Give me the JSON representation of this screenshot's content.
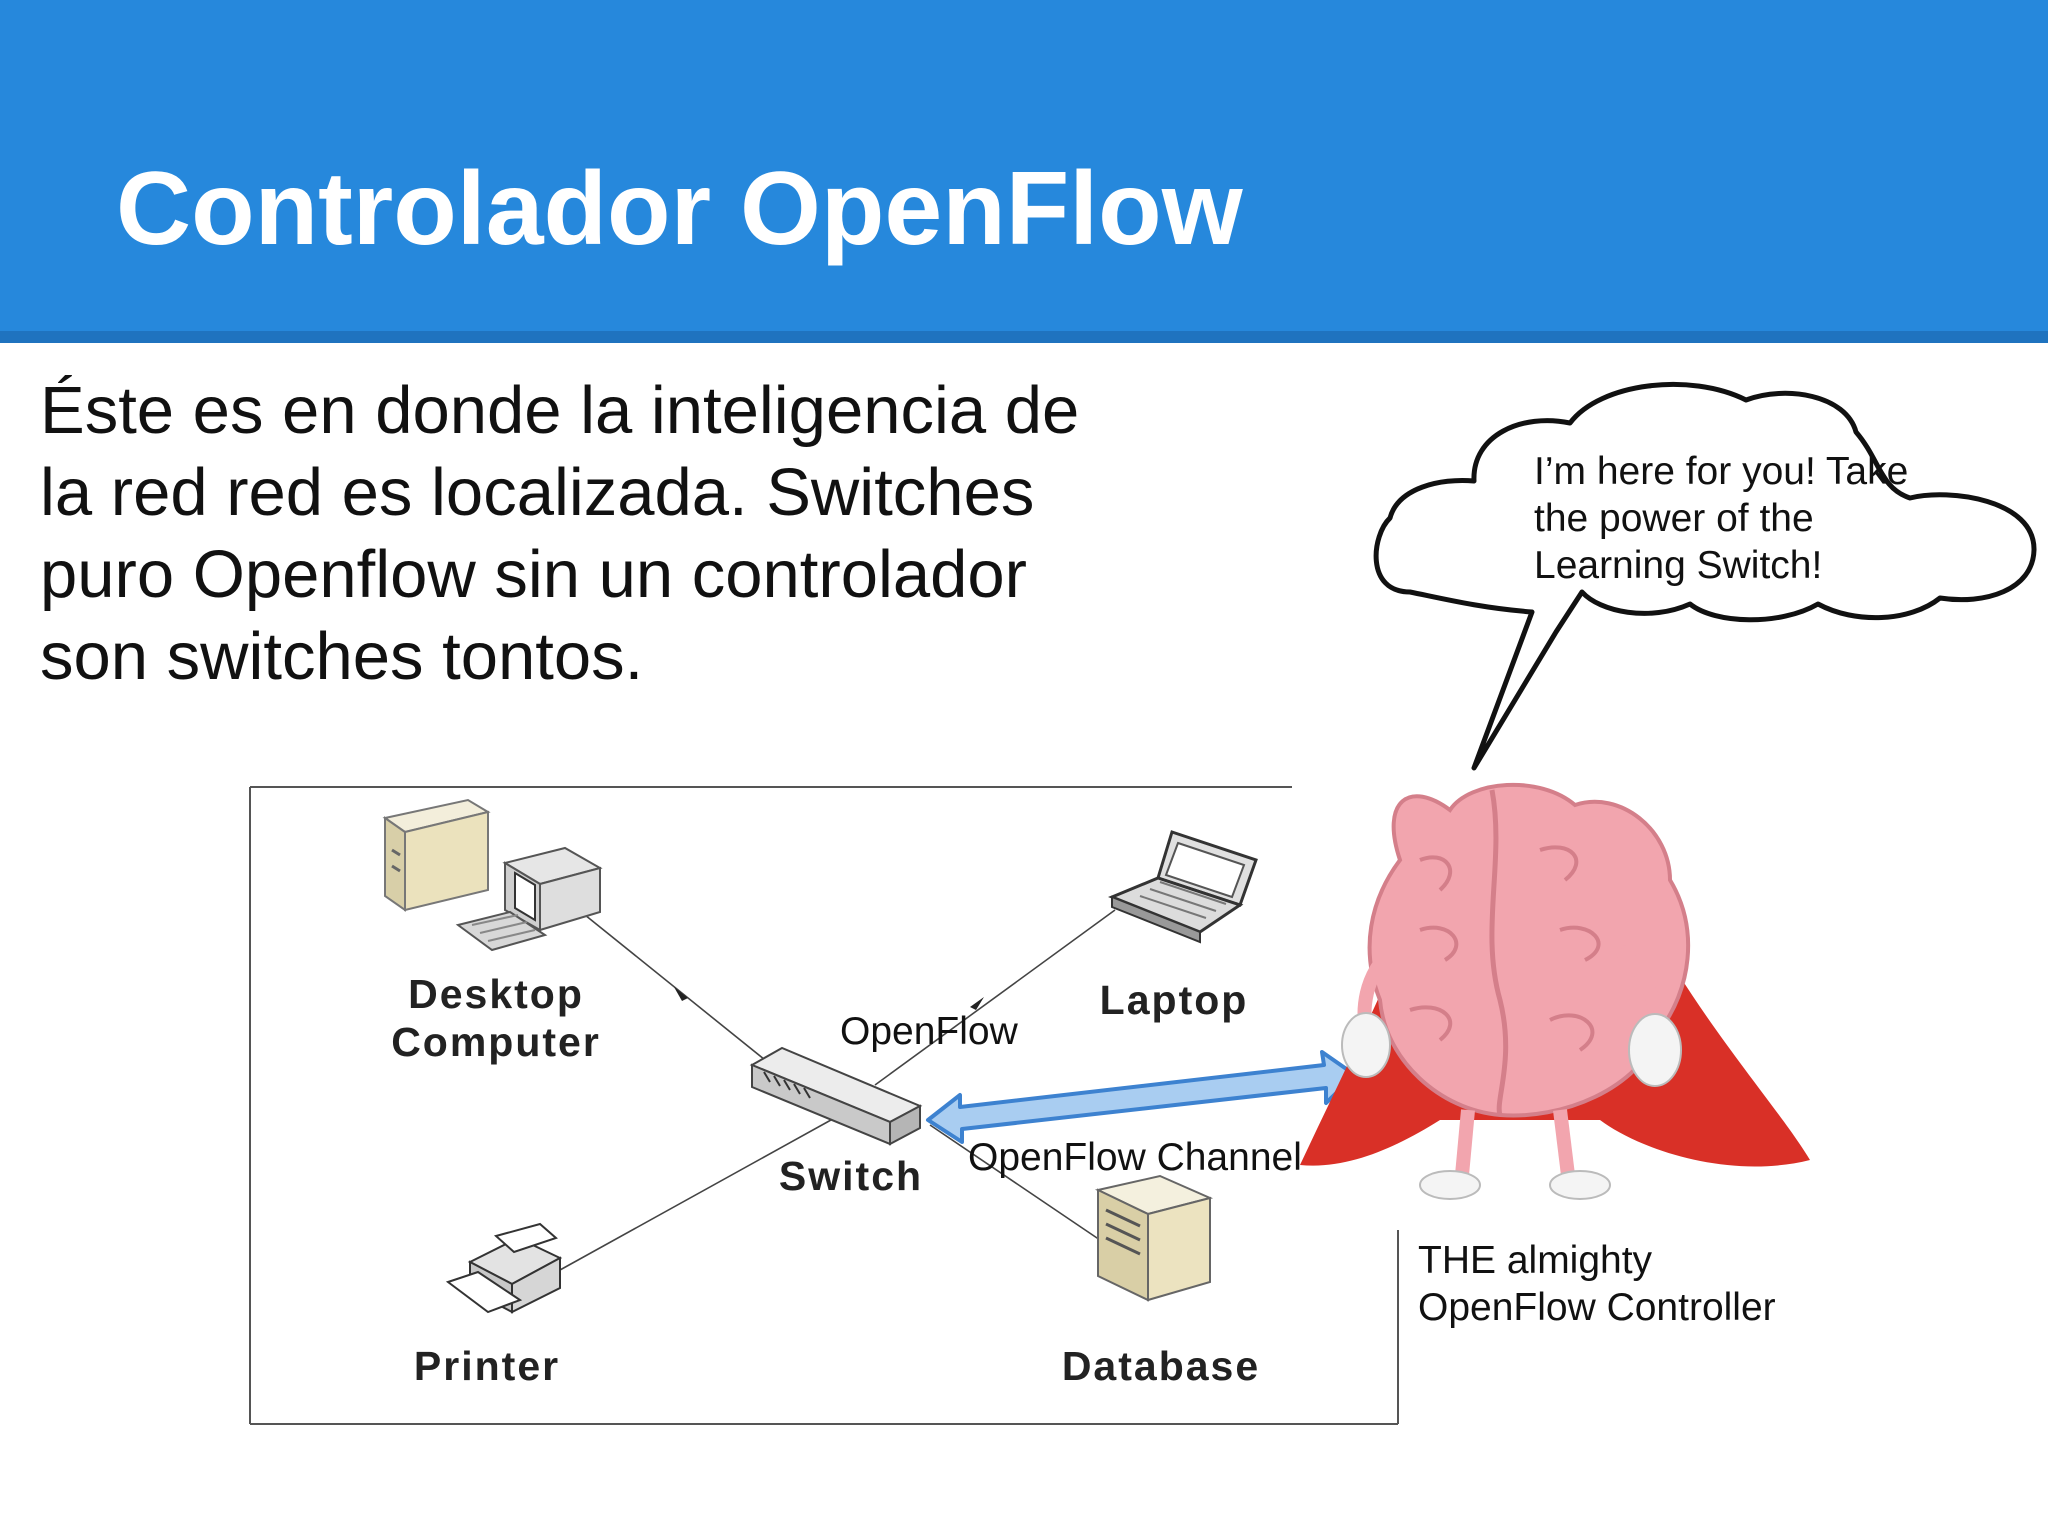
{
  "slide": {
    "title": "Controlador OpenFlow",
    "body_lines": [
      "Éste es en donde la inteligencia de",
      "la red red es localizada. Switches",
      "puro Openflow sin un controlador",
      "son switches tontos."
    ]
  },
  "diagram": {
    "nodes": {
      "desktop": [
        "Desktop",
        "Computer"
      ],
      "laptop": "Laptop",
      "switch": "Switch",
      "printer": "Printer",
      "database": "Database"
    },
    "link_label": "OpenFlow",
    "channel_label": "OpenFlow Channel"
  },
  "controller": {
    "speech_lines": [
      "I’m here for you! Take",
      "the power of the",
      "Learning Switch!"
    ],
    "caption_lines": [
      "THE almighty",
      "OpenFlow Controller"
    ]
  },
  "colors": {
    "header": "#2688dc",
    "header_rule": "#1f73bf",
    "arrow_fill": "#a9cdf1",
    "arrow_stroke": "#3d82d0",
    "brain": "#f2a5ae",
    "cape": "#d93027"
  }
}
